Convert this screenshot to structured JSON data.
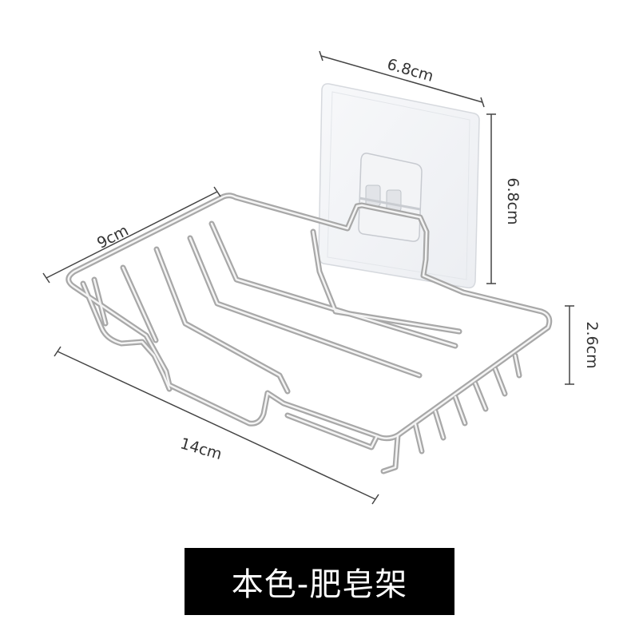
{
  "dimensions": {
    "hook_width": "6.8cm",
    "hook_height": "6.8cm",
    "rack_depth": "9cm",
    "rack_length": "14cm",
    "rack_height": "2.6cm"
  },
  "caption": "本色-肥皂架",
  "colors": {
    "wire": "#b9b9b9",
    "caption_bg": "#000000",
    "caption_text": "#ffffff"
  }
}
